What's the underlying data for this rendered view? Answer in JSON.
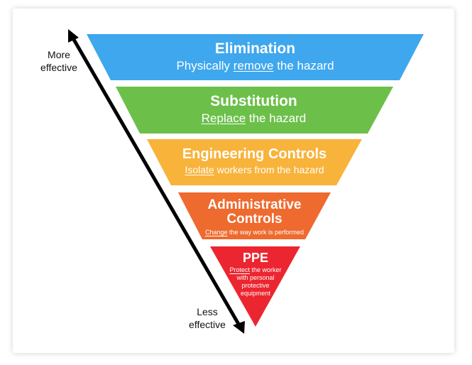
{
  "colors": {
    "elimination": "#3ea7ee",
    "substitution": "#6cc04a",
    "engineering": "#f8b33b",
    "administrative": "#ee6a2e",
    "ppe": "#ec2630",
    "arrow": "#000000"
  },
  "arrow": {
    "top_label": [
      "More",
      "effective"
    ],
    "bottom_label": [
      "Less",
      "effective"
    ]
  },
  "levels": [
    {
      "title": "Elimination",
      "desc_underlined": "remove",
      "desc_prefix": "Physically ",
      "desc_suffix": " the hazard"
    },
    {
      "title": "Substitution",
      "desc_underlined": "Replace",
      "desc_prefix": "",
      "desc_suffix": " the hazard"
    },
    {
      "title": "Engineering Controls",
      "desc_underlined": "Isolate",
      "desc_prefix": "",
      "desc_suffix": " workers from the hazard"
    },
    {
      "title_lines": [
        "Administrative",
        "Controls"
      ],
      "desc_underlined": "Change",
      "desc_prefix": "",
      "desc_suffix": " the way work is performed"
    },
    {
      "title": "PPE",
      "desc_underlined": "Protect",
      "desc_prefix": "",
      "desc_suffix_lines": [
        " the worker",
        "with personal",
        "protective",
        "equipment"
      ]
    }
  ]
}
